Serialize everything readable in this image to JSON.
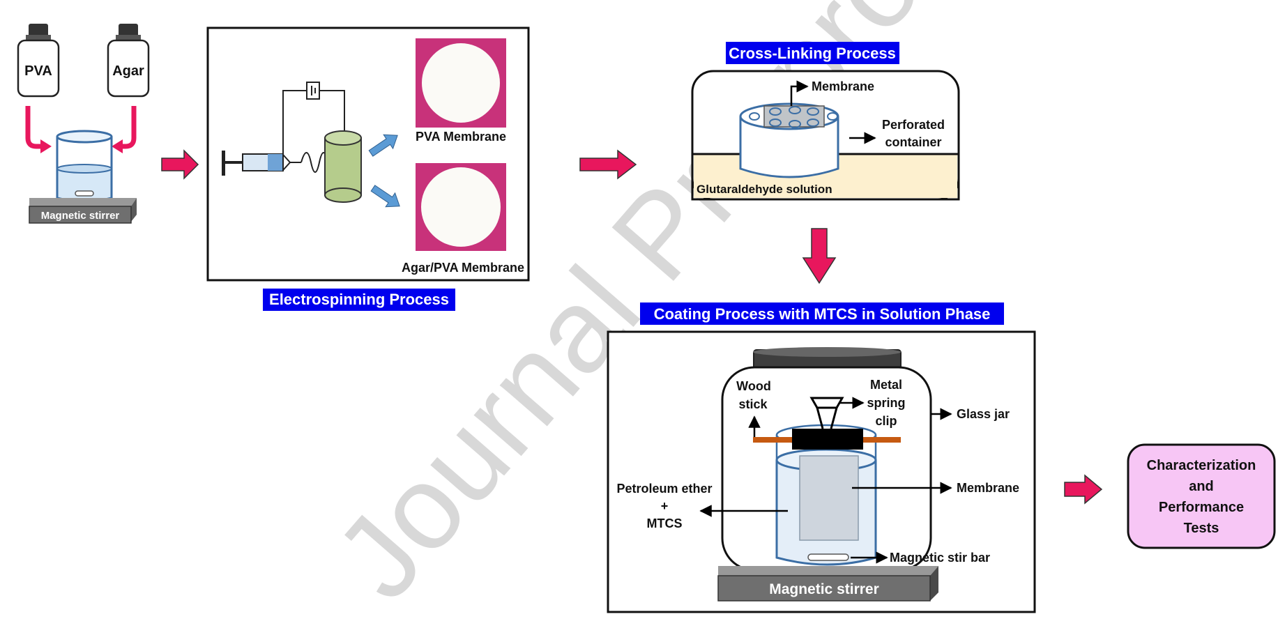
{
  "mixing": {
    "bottle_left": "PVA",
    "bottle_right": "Agar",
    "stirrer": "Magnetic stirrer"
  },
  "electrospinning": {
    "title": "Electrospinning Process",
    "membrane_top": "PVA Membrane",
    "membrane_bottom": "Agar/PVA Membrane"
  },
  "crosslinking": {
    "title": "Cross-Linking Process",
    "membrane": "Membrane",
    "container_line1": "Perforated",
    "container_line2": "container",
    "solution": "Glutaraldehyde solution"
  },
  "coating": {
    "title": "Coating Process with MTCS in Solution Phase",
    "wood_line1": "Wood",
    "wood_line2": "stick",
    "clip_line1": "Metal",
    "clip_line2": "spring",
    "clip_line3": "clip",
    "jar": "Glass jar",
    "solvent_line1": "Petroleum ether",
    "solvent_line2": "+",
    "solvent_line3": "MTCS",
    "membrane": "Membrane",
    "stir_bar": "Magnetic stir bar",
    "stirrer": "Magnetic stirrer"
  },
  "final": {
    "line1": "Characterization",
    "line2": "and",
    "line3": "Performance",
    "line4": "Tests"
  },
  "watermark": "Journal Pre-proof",
  "colors": {
    "arrow_pink": "#e8175d",
    "title_bg": "#0000ee",
    "membrane_bg": "#c8327a",
    "glutaraldehyde": "#fdf0cf",
    "final_box": "#f7c6f5",
    "collector": "#b5cc8c",
    "blue_arrow": "#5b9bd5"
  }
}
